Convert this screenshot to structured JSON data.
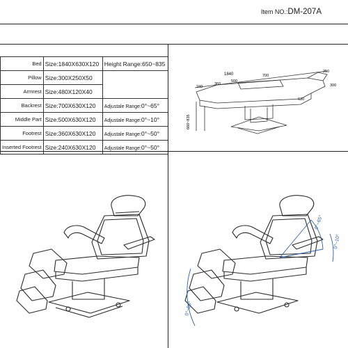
{
  "header": {
    "item_label": "Item NO.:",
    "item_value": "DM-207A"
  },
  "specs": [
    {
      "part": "Bed",
      "size_label": "Size:",
      "size": "1840X630X120",
      "extra_label": "Height Range:",
      "extra": "650~835"
    },
    {
      "part": "Pillow",
      "size_label": "Size:",
      "size": "300X250X50",
      "extra_label": "",
      "extra": ""
    },
    {
      "part": "Armrest",
      "size_label": "Size:",
      "size": "480X120X40",
      "extra_label": "",
      "extra": ""
    },
    {
      "part": "Backrest",
      "size_label": "Size:",
      "size": "700X630X120",
      "extra_label": "Adjustale Range:",
      "extra": "0°~65°"
    },
    {
      "part": "Middle Part",
      "size_label": "Size:",
      "size": "500X630X120",
      "extra_label": "Adjustale Range:",
      "extra": "0°~10°"
    },
    {
      "part": "Footrest",
      "size_label": "Size:",
      "size": "360X630X120",
      "extra_label": "Adjustale Range:",
      "extra": "0°~50°"
    },
    {
      "part": "Inserted Footrest",
      "size_label": "Size:",
      "size": "240X630X120",
      "extra_label": "Adjustale Range:",
      "extra": "0°~50°"
    }
  ],
  "dimension_drawing": {
    "overall": "1840",
    "segments": [
      "240",
      "360",
      "500",
      "700"
    ],
    "pillow": "250",
    "width": "630",
    "height": "660~835",
    "headrest": "300"
  },
  "angle_labels": {
    "backrest": "0°~65°",
    "middle": "0°~10°",
    "footrest": "0°~50°"
  }
}
